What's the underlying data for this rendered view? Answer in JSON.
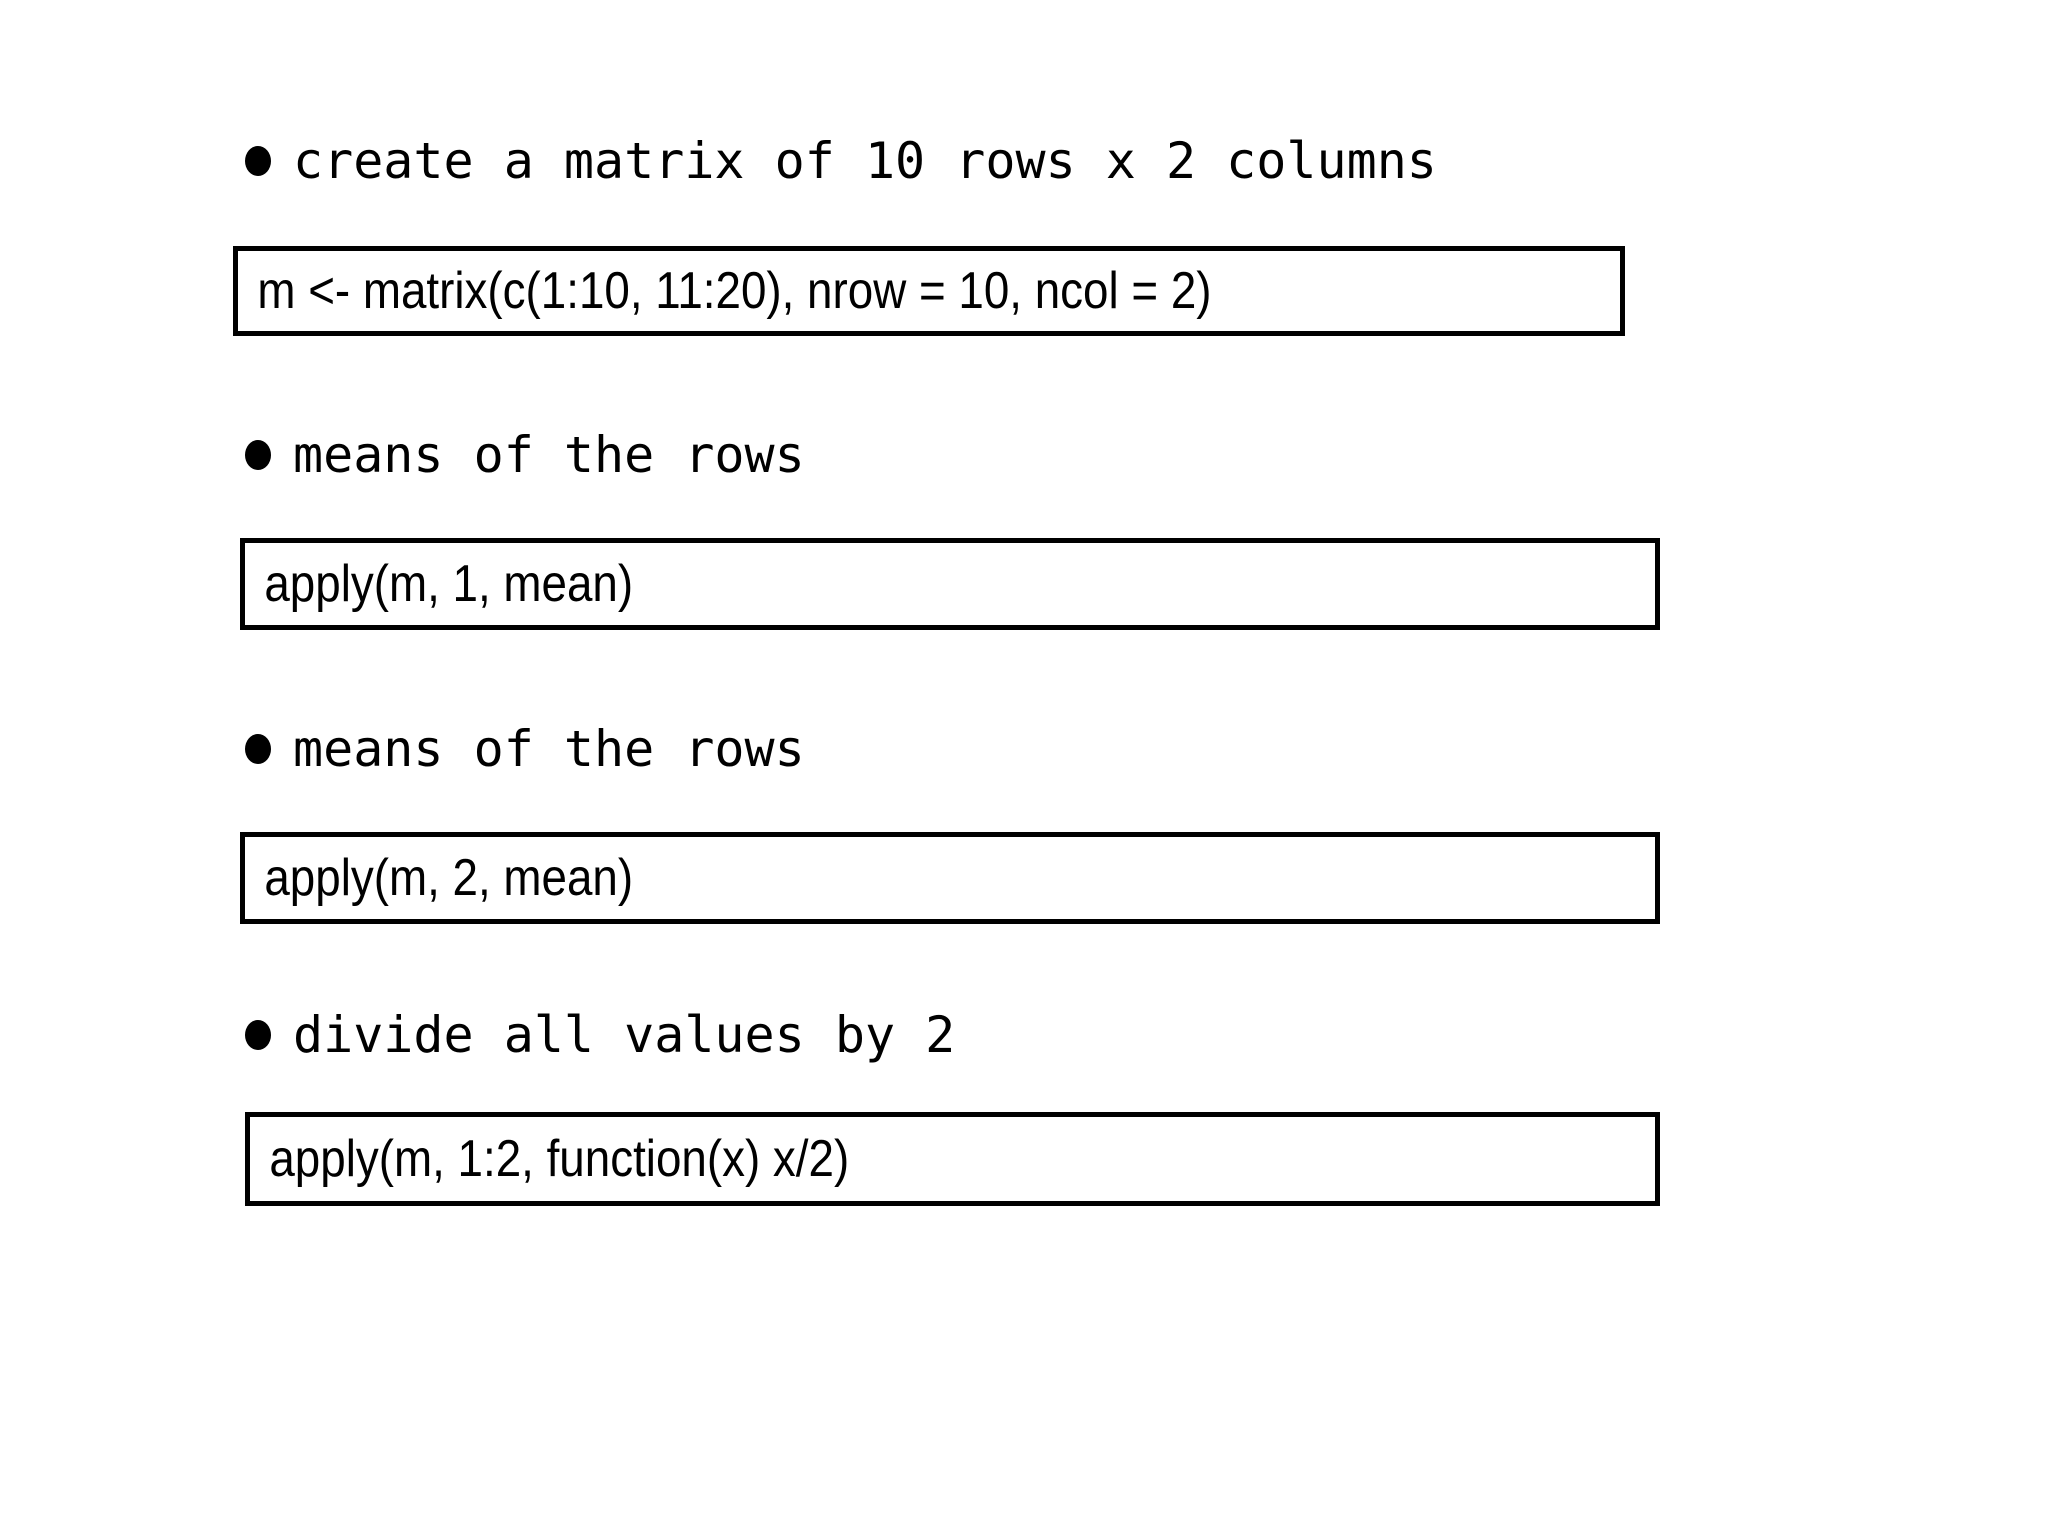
{
  "slide": {
    "background_color": "#ffffff",
    "text_color": "#000000",
    "border_color": "#000000",
    "items": [
      {
        "bullet_label": "create a matrix of 10 rows x 2 columns",
        "code": "m <- matrix(c(1:10, 11:20), nrow = 10, ncol = 2)"
      },
      {
        "bullet_label": "means of the rows",
        "code": "apply(m, 1, mean)"
      },
      {
        "bullet_label": "means of the rows",
        "code": "apply(m, 2, mean)"
      },
      {
        "bullet_label": "divide all values by 2",
        "code": "apply(m, 1:2, function(x) x/2)"
      }
    ]
  }
}
